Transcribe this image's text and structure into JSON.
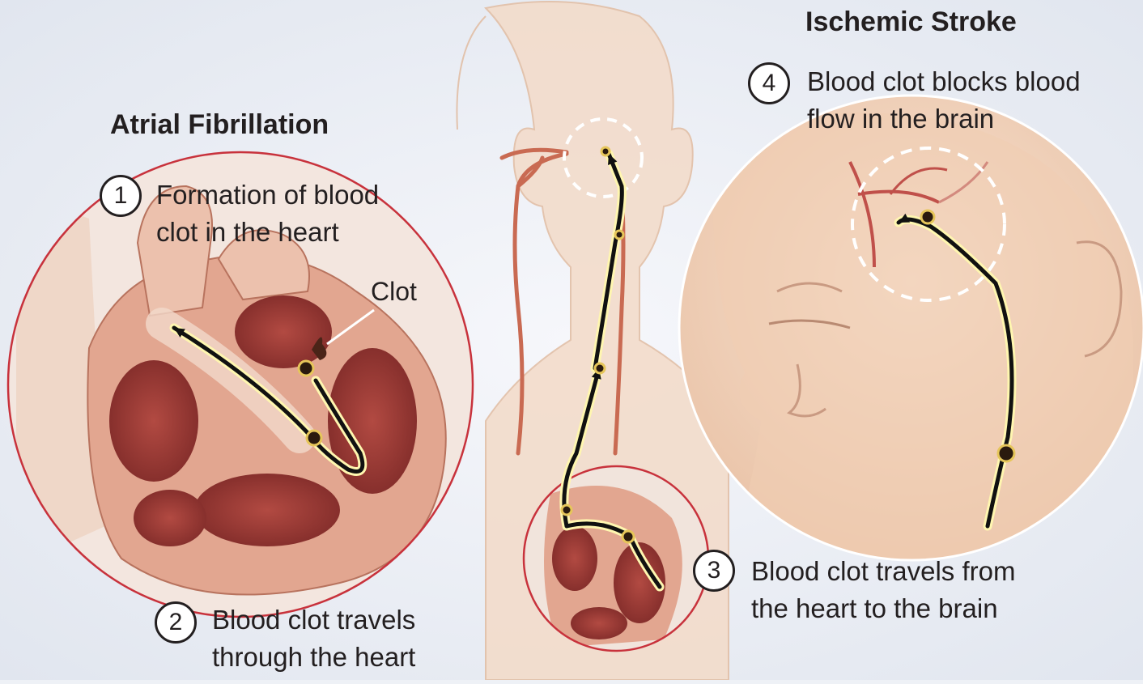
{
  "headings": {
    "left": "Atrial Fibrillation",
    "right": "Ischemic Stroke"
  },
  "steps": [
    {
      "number": "1",
      "lines": [
        "Formation of blood",
        "clot in the heart"
      ]
    },
    {
      "number": "2",
      "lines": [
        "Blood clot travels",
        "through the heart"
      ]
    },
    {
      "number": "3",
      "lines": [
        "Blood clot travels from",
        "the heart to the brain"
      ]
    },
    {
      "number": "4",
      "lines": [
        "Blood clot blocks blood",
        "flow in the brain"
      ]
    }
  ],
  "callouts": {
    "clot": "Clot"
  },
  "colors": {
    "background": "#eef1f6",
    "circle_outline": "#c8323c",
    "skin": "#f2cfb5",
    "heart_tissue": "#d99a83",
    "heart_chamber": "#9a3a35",
    "artery": "#c96a52",
    "path_line": "#111111",
    "path_glow": "#fff6b0",
    "dashed_highlight": "#ffffff"
  }
}
